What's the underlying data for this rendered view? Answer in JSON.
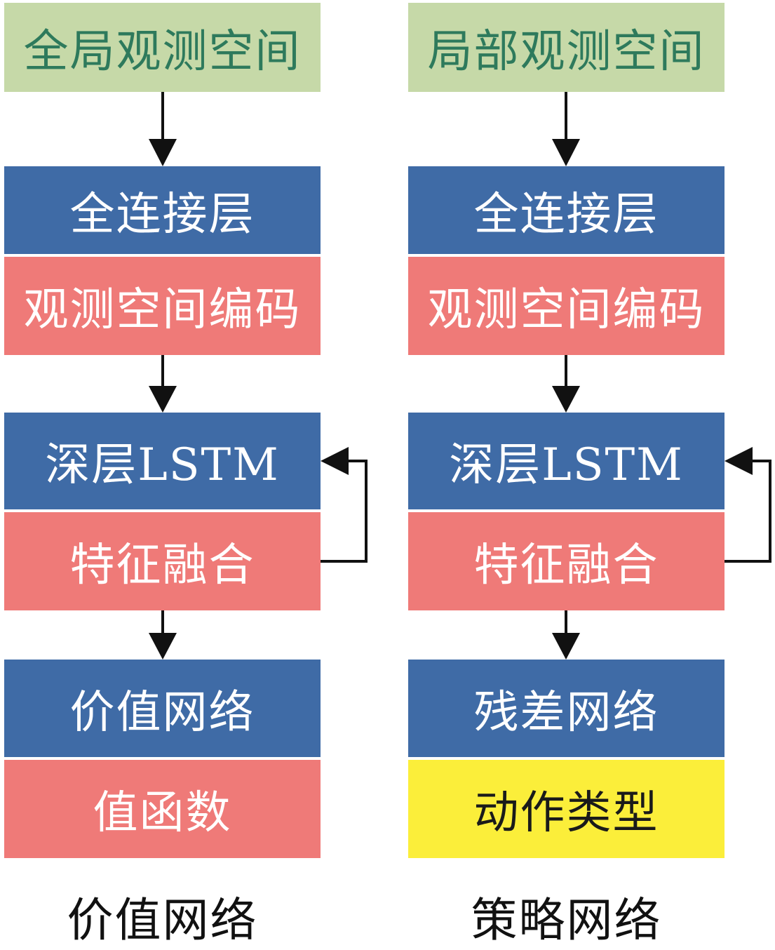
{
  "value_network": {
    "input": "全局观测空间",
    "fc": "全连接层",
    "encoding": "观测空间编码",
    "lstm": "深层LSTM",
    "fusion": "特征融合",
    "head": "价值网络",
    "output": "值函数",
    "caption": "价值网络"
  },
  "policy_network": {
    "input": "局部观测空间",
    "fc": "全连接层",
    "encoding": "观测空间编码",
    "lstm": "深层LSTM",
    "fusion": "特征融合",
    "head": "残差网络",
    "output": "动作类型",
    "caption": "策略网络"
  },
  "colors": {
    "input": "#c6d9a8",
    "input_text": "#2e7a5c",
    "layer": "#3f6ba6",
    "feature": "#ef7a78",
    "action": "#fbee3a"
  }
}
